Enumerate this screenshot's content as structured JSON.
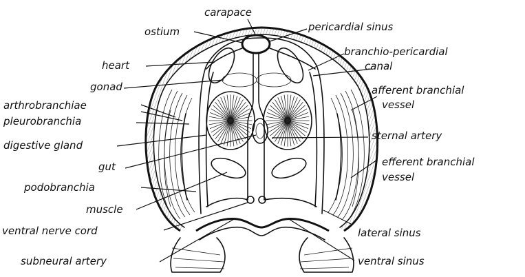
{
  "labels": {
    "carapace": "carapace",
    "ostium": "ostium",
    "pericardial_sinus": "pericardial sinus",
    "branchio_pericardial": "branchio-pericardial",
    "canal": "canal",
    "heart": "heart",
    "gonad": "gonad",
    "afferent_branchial": "afferent branchial",
    "afferent_vessel": "vessel",
    "arthrobranchiae": "arthrobranchiae",
    "pleurobranchia": "pleurobranchia",
    "digestive_gland": "digestive gland",
    "sternal_artery": "sternal artery",
    "gut": "gut",
    "efferent_branchial": "efferent branchial",
    "efferent_vessel": "vessel",
    "podobranchia": "podobranchia",
    "muscle": "muscle",
    "ventral_nerve_cord": "ventral nerve cord",
    "lateral_sinus": "lateral sinus",
    "subneural_artery": "subneural artery",
    "ventral_sinus": "ventral sinus"
  }
}
